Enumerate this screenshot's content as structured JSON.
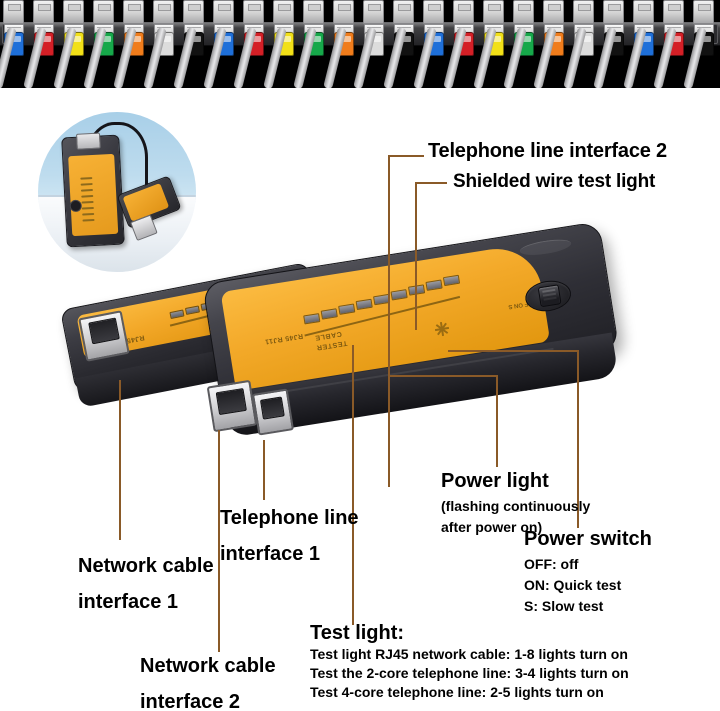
{
  "page": {
    "background_color": "#ffffff",
    "leader_color": "#8a5a28",
    "device_face_color": "#f3a929",
    "device_body_color": "#2f2f36"
  },
  "banner": {
    "name": "patch-panel-photo",
    "description": "Network patch panel with colored RJ45 cables",
    "cable_colors": [
      "#1e6fd9",
      "#d41f26",
      "#f2e017",
      "#16a84a",
      "#f07c1b",
      "#dcdcdc",
      "#111111",
      "#1e6fd9",
      "#d41f26",
      "#f2e017",
      "#16a84a",
      "#f07c1b",
      "#dcdcdc",
      "#111111",
      "#1e6fd9",
      "#d41f26",
      "#f2e017",
      "#16a84a",
      "#f07c1b",
      "#dcdcdc",
      "#111111",
      "#1e6fd9",
      "#d41f26",
      "#111111"
    ]
  },
  "inset": {
    "name": "product-in-use-photo",
    "description": "Cable tester main unit and remote unit connected by cable"
  },
  "device": {
    "main_unit_brand_line1": "CABLE",
    "main_unit_brand_line2": "TESTER",
    "main_unit_port_label": "RJ45  RJ11",
    "remote_unit_port_label": "RJ45  RJ11",
    "switch_label": "OFF ON S",
    "led_count": 8,
    "shielded_led_count": 1
  },
  "callouts": {
    "telephone_line_interface_2": "Telephone line interface 2",
    "shielded_wire_test_light": "Shielded wire test light",
    "network_cable_interface_1_line1": "Network cable",
    "network_cable_interface_1_line2": "interface 1",
    "network_cable_interface_2_line1": "Network cable",
    "network_cable_interface_2_line2": "interface 2",
    "telephone_line_interface_1_line1": "Telephone line",
    "telephone_line_interface_1_line2": "interface 1",
    "power_light": {
      "title": "Power light",
      "note_line1": "(flashing continuously",
      "note_line2": "after power on)"
    },
    "power_switch": {
      "title": "Power switch",
      "options": [
        "OFF: off",
        "ON: Quick test",
        "S: Slow test"
      ]
    },
    "test_light": {
      "title": "Test light:",
      "lines": [
        "Test light RJ45 network cable: 1-8 lights turn on",
        "Test the 2-core telephone line: 3-4 lights turn on",
        "Test 4-core telephone line: 2-5 lights turn on"
      ]
    }
  }
}
